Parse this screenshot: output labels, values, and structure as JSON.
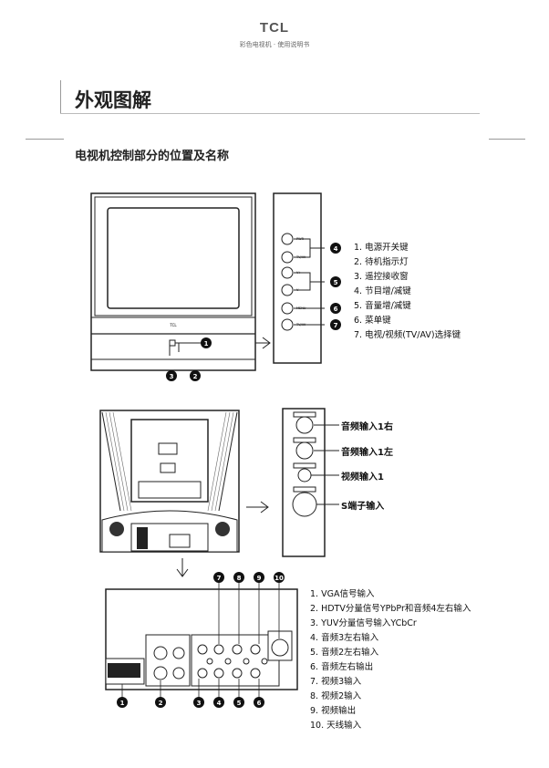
{
  "header": {
    "brand": "TCL",
    "subtitle": "彩色电视机 · 使用说明书"
  },
  "page_title": "外观图解",
  "section_title": "电视机控制部分的位置及名称",
  "front_panel": {
    "side_labels": [
      "PWR",
      "TV/AV",
      "V+",
      "V-",
      "MENU",
      "TV/AV"
    ],
    "front_logo": "TCL",
    "callouts": [
      "1",
      "2",
      "3",
      "4",
      "5",
      "6",
      "7"
    ],
    "legend": [
      "1. 电源开关键",
      "2. 待机指示灯",
      "3. 遥控接收窗",
      "4. 节目增/减键",
      "5. 音量增/减键",
      "6. 菜单键",
      "7. 电视/视频(TV/AV)选择键"
    ]
  },
  "side_panel": {
    "labels": [
      "音频输入1右",
      "音频输入1左",
      "视频输入1",
      "S端子输入"
    ]
  },
  "rear_panel": {
    "callouts_bottom": [
      "1",
      "2",
      "3",
      "4",
      "5",
      "6"
    ],
    "callouts_top": [
      "7",
      "8",
      "9",
      "10"
    ],
    "legend": [
      "1. VGA信号输入",
      "2. HDTV分量信号YPbPr和音频4左右输入",
      "3. YUV分量信号输入YCbCr",
      "4. 音频3左右输入",
      "5. 音频2左右输入",
      "6. 音频左右输出",
      "7. 视频3输入",
      "8. 视频2输入",
      "9. 视频输出",
      "10. 天线输入"
    ]
  }
}
